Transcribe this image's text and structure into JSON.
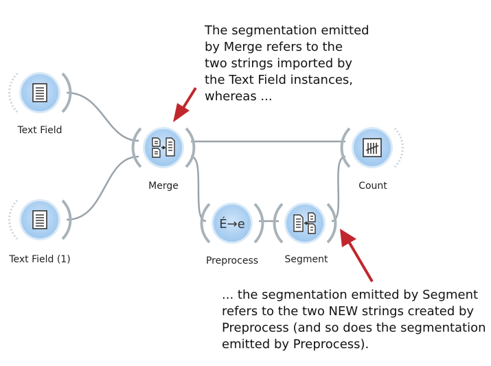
{
  "widgets": {
    "text_field": {
      "label": "Text Field",
      "icon": "document-lines-icon"
    },
    "text_field_1": {
      "label": "Text Field (1)",
      "icon": "document-lines-icon"
    },
    "merge": {
      "label": "Merge",
      "icon": "merge-documents-icon"
    },
    "preprocess": {
      "label": "Preprocess",
      "icon": "accent-to-plain-icon",
      "glyph": "É→e"
    },
    "segment": {
      "label": "Segment",
      "icon": "segment-documents-icon"
    },
    "count": {
      "label": "Count",
      "icon": "tally-count-icon"
    }
  },
  "annotations": {
    "top": [
      "The segmentation emitted",
      "by Merge refers to the",
      "two strings imported by",
      "the Text Field instances,",
      "whereas ..."
    ],
    "bottom": [
      "... the segmentation emitted by Segment",
      "refers to the two NEW strings created by",
      "Preprocess (and so does the segmentation",
      "emitted by Preprocess)."
    ]
  },
  "colors": {
    "node_fill": "#a8cdf0",
    "node_fill_center": "#c9e1f8",
    "node_ring": "#d9e9f7",
    "bracket": "#a8b2b9",
    "link": "#9aa3aa",
    "arrow": "#c0272d",
    "text": "#1f1f1f"
  }
}
